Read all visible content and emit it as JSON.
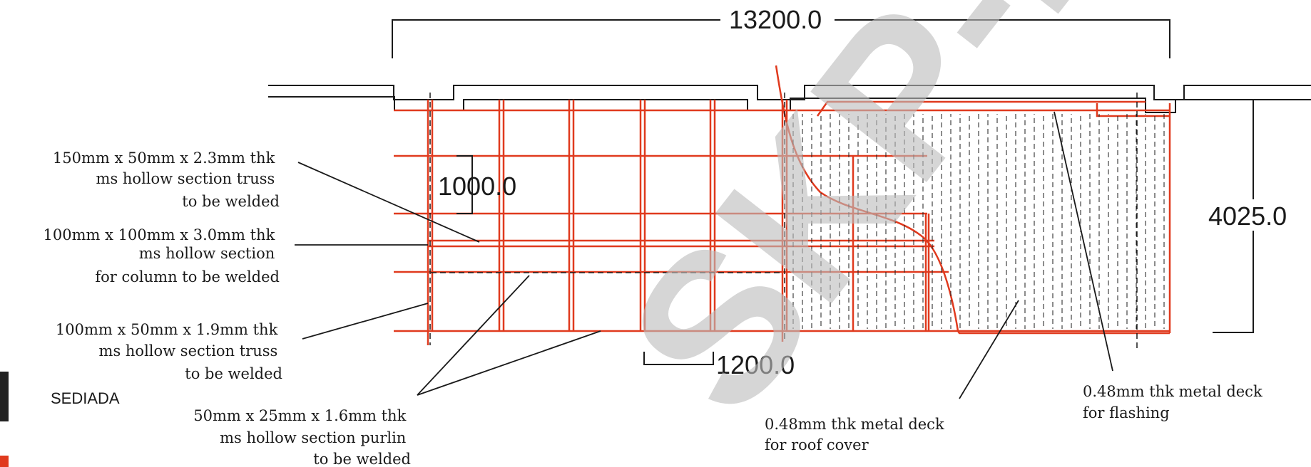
{
  "dimensions": {
    "overall_width": "13200.0",
    "height": "4025.0",
    "purlin_spacing": "1000.0",
    "truss_spacing": "1200.0"
  },
  "callouts": [
    {
      "lines": [
        "150mm x 50mm x 2.3mm thk",
        "ms hollow section truss",
        "to be welded"
      ]
    },
    {
      "lines": [
        "100mm x 100mm x 3.0mm thk",
        "ms hollow section",
        "for column to be welded"
      ]
    },
    {
      "lines": [
        "100mm x 50mm x 1.9mm thk",
        "ms hollow section truss",
        "to be welded"
      ]
    },
    {
      "lines": [
        "50mm x 25mm x 1.6mm thk",
        "ms hollow section purlin",
        "to be welded"
      ]
    },
    {
      "lines": [
        "0.48mm thk metal deck",
        "for roof cover"
      ]
    },
    {
      "lines": [
        "0.48mm thk metal deck",
        "for flashing"
      ]
    }
  ],
  "logo": {
    "text": "SEDIADA"
  },
  "watermark": {
    "text": "SKP-D"
  },
  "colors": {
    "frame": "#e03a1e",
    "line": "#1a1a1a",
    "watermark": "#bdbdbd",
    "logo_dark": "#222222",
    "logo_red": "#e03a1e"
  }
}
